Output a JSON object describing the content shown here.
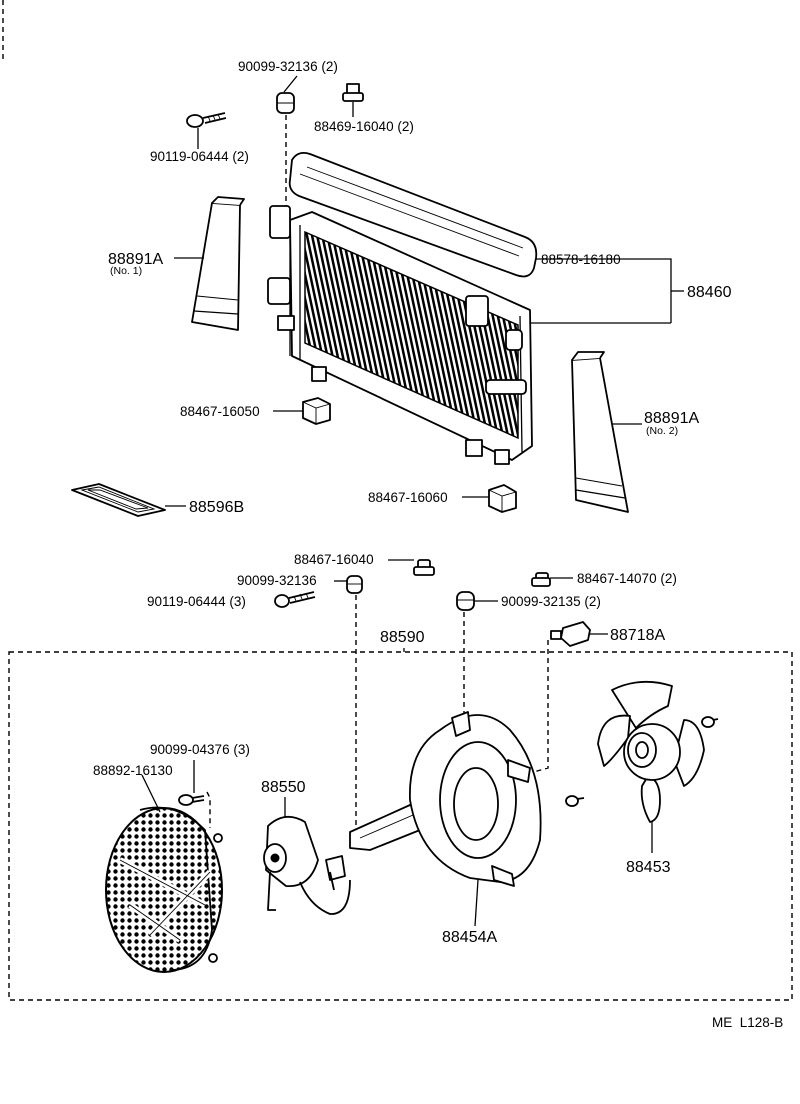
{
  "diagram": {
    "callouts": {
      "p_90099_32136_top": "90099-32136 (2)",
      "p_88469_16040": "88469-16040 (2)",
      "p_90119_06444_top": "90119-06444 (2)",
      "p_88891a_1": "88891A",
      "p_88891a_1_sub": "(No. 1)",
      "p_88578_16180": "88578-16180",
      "p_88460": "88460",
      "p_88467_16050": "88467-16050",
      "p_88891a_2": "88891A",
      "p_88891a_2_sub": "(No. 2)",
      "p_88596b": "88596B",
      "p_88467_16060": "88467-16060",
      "p_88467_16040": "88467-16040",
      "p_90099_32136_mid": "90099-32136",
      "p_88467_14070": "88467-14070 (2)",
      "p_90119_06444_mid": "90119-06444 (3)",
      "p_90099_32135": "90099-32135 (2)",
      "p_88590": "88590",
      "p_88718a": "88718A",
      "p_90099_04376": "90099-04376 (3)",
      "p_88892_16130": "88892-16130",
      "p_88550": "88550",
      "p_88453": "88453",
      "p_88454a": "88454A"
    },
    "footer_code": "ME  L128-B"
  }
}
